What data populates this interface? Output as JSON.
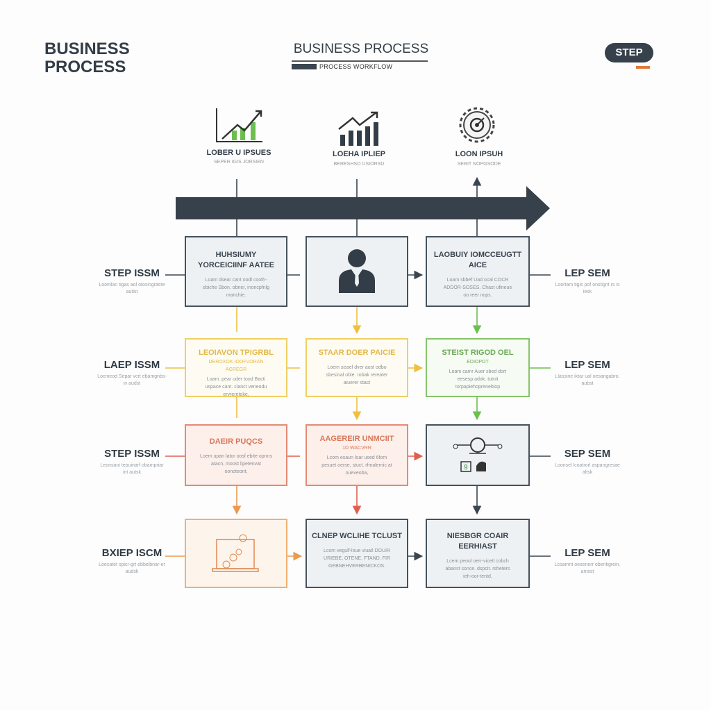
{
  "header": {
    "brand": "BUSINESS PROCESS",
    "title": "BUSINESS PROCESS",
    "subtitle": "PROCESS WORKFLOW",
    "badge": "STEP"
  },
  "milestones": [
    {
      "icon": "growth-chart-icon",
      "label": "LOBER U IPSUES",
      "sub": "SEPER IGIS JORSIEN"
    },
    {
      "icon": "bar-chart-icon",
      "label": "LOEHA IPLIEP",
      "sub": "BERESHSO USIORSD"
    },
    {
      "icon": "gear-target-icon",
      "label": "LOON IPSUH",
      "sub": "SERIT NOPGSODE"
    }
  ],
  "rows": [
    {
      "left": {
        "title": "STEP ISSM",
        "desc": "Loomlan tigas aol otosingratire autist"
      },
      "right": {
        "title": "LEP SEM",
        "desc": "Loortam tigis pof onstignt rs is iesk"
      },
      "boxes": [
        {
          "title": "HUHSIUMY YORCEICIINF AATEE",
          "desc": "Loam dsear cant oodl cooth-obiche Sbon. obner, inoncpfnlg manchie."
        },
        {
          "icon": "person-icon"
        },
        {
          "title": "LAOBUIY IOMCCEUGTT AICE",
          "desc": "Loam sbbef Uad ocal COCR ADDOR-SOSES. Chast ufineue oo reer nops."
        }
      ]
    },
    {
      "left": {
        "title": "LAEP ISSM",
        "desc": "Locmeod Separ vcrt ebamgnbs-in audst"
      },
      "right": {
        "title": "LEP SEM",
        "desc": "Llassine iktar ual oesangabro. aubst"
      },
      "boxes": [
        {
          "title": "LEOIAVON TPIGRBL",
          "sub": "DEROXOK IOOFVORAN AGREGR",
          "desc": "Loam. pear uder tood Bacti uspace cant. clanct veneodu ervreretoke,"
        },
        {
          "title": "STAAR DOER PAICIE",
          "desc": "Loem sissel dver aust odbo sbesinal oble. robak rereater aiuerer stact"
        },
        {
          "title": "STEIST RIGOD OEL",
          "sub": "EDIOPOT",
          "desc": "Loam camr Auer sbed dort eesesp adok. tutnit torpapiehopreneblop"
        }
      ]
    },
    {
      "left": {
        "title": "STEP ISSM",
        "desc": "Leonsani tepuinarf obampriar int autsk"
      },
      "right": {
        "title": "SEP SEM",
        "desc": "Loonsel lcoatrorl aspangresae altsk"
      },
      "boxes": [
        {
          "title": "DAEIR PUQCS",
          "desc": "Loem upan lator oosf ebite opnns atacn, moost lipetenvat oonoteont,"
        },
        {
          "title": "AAGEREIR UNMCIIT",
          "sub": "1D WACVRR",
          "desc": "Lcom esaun loar used 6fom pesuet oerse, stuct. rfmalernic at oueveoba,"
        },
        {
          "icon": "network-people-icon"
        }
      ]
    },
    {
      "left": {
        "title": "BXIEP ISCM",
        "desc": "Loecatet spicr-grt ebbeibnar-er audsk"
      },
      "right": {
        "title": "LEP SEM",
        "desc": "Lcoamnt oesenerr obentigrein. antsst"
      },
      "boxes": [
        {
          "icon": "laptop-workflow-icon"
        },
        {
          "title": "CLNEP WCLIHE TCLUST",
          "desc": "Lcom vegulf-loue viuatl DOUIR URIEBE, OTENE, FTAND. FIR GEBNEHVERBENICKOS."
        },
        {
          "title": "NIESBGR COAIR EERHIAST",
          "desc": "Lcem peoul oerr-vicetl cobch abanst sonce. dspcit. rsheters ieh-oor-tentd."
        }
      ]
    }
  ],
  "colors": {
    "dark": "#3a4550",
    "yellow": "#efcf63",
    "green": "#86c46a",
    "red": "#e38a74",
    "orange": "#f0b070"
  }
}
